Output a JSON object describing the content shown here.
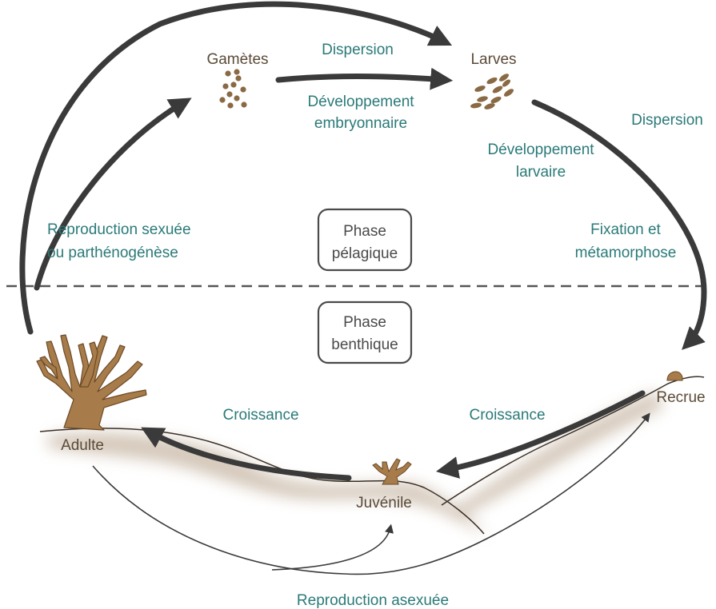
{
  "stages": {
    "gametes": "Gamètes",
    "larves": "Larves",
    "adulte": "Adulte",
    "juvenile": "Juvénile",
    "recrue": "Recrue"
  },
  "processes": {
    "dispersion_top": "Dispersion",
    "dev_embryo_1": "Développement",
    "dev_embryo_2": "embryonnaire",
    "dispersion_right": "Dispersion",
    "dev_larv_1": "Développement",
    "dev_larv_2": "larvaire",
    "fixation_1": "Fixation et",
    "fixation_2": "métamorphose",
    "repro_sex_1": "Reproduction sexuée",
    "repro_sex_2": "ou parthénogénèse",
    "croissance_left": "Croissance",
    "croissance_right": "Croissance",
    "repro_asex": "Reproduction asexuée"
  },
  "phases": {
    "pelagic_1": "Phase",
    "pelagic_2": "pélagique",
    "benthic_1": "Phase",
    "benthic_2": "benthique"
  },
  "colors": {
    "process_text": "#2a7a78",
    "stage_text": "#5a4a38",
    "arrows": "#3a3a3a",
    "organism": "#a77c4a",
    "seafloor_shadow": "#b9a48d"
  }
}
